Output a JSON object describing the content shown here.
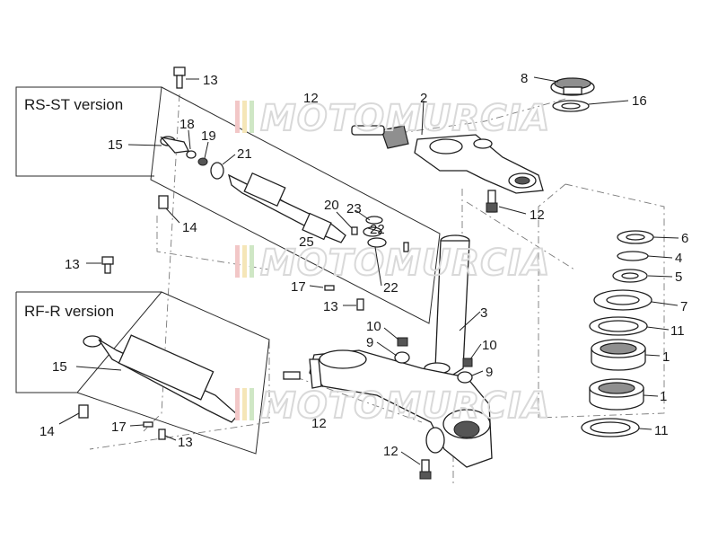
{
  "version_labels": {
    "rs_st": "RS-ST version",
    "rf_r": "RF-R version"
  },
  "watermark": "MOTOMURCIA",
  "callouts": {
    "c8": "8",
    "c16": "16",
    "c13_top": "13",
    "c12_top": "12",
    "c2": "2",
    "c15_rs": "15",
    "c18": "18",
    "c19": "19",
    "c21": "21",
    "c14_rs": "14",
    "c20": "20",
    "c23": "23",
    "c22_a": "22",
    "c25": "25",
    "c22_b": "22",
    "c12_right": "12",
    "c6": "6",
    "c4": "4",
    "c5": "5",
    "c7": "7",
    "c11_a": "11",
    "c1_a": "1",
    "c1_b": "1",
    "c11_b": "11",
    "c13_left": "13",
    "c17_a": "17",
    "c13_mid": "13",
    "c3": "3",
    "c10_a": "10",
    "c9_a": "9",
    "c10_b": "10",
    "c9_b": "9",
    "c15_rf": "15",
    "c14_rf": "14",
    "c17_b": "17",
    "c13_low": "13",
    "c12_mid": "12",
    "c12_bottom": "12"
  }
}
